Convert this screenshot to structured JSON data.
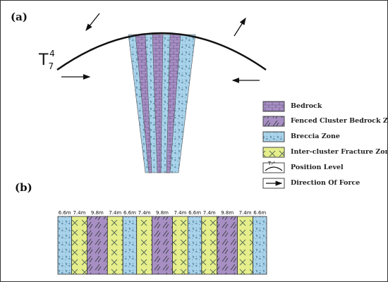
{
  "panels": {
    "a_label": "(a)",
    "b_label": "(b)"
  },
  "horizon": {
    "base": "T",
    "subscript": "7",
    "superscript": "4"
  },
  "legend": [
    {
      "id": "bedrock",
      "label": "Bedrock",
      "color": "#a78fc4"
    },
    {
      "id": "fenced",
      "label": "Fenced Cluster Bedrock Zone",
      "color": "#a78fc4"
    },
    {
      "id": "breccia",
      "label": "Breccia Zone",
      "color": "#a9d3ea"
    },
    {
      "id": "fracture",
      "label": "Inter-cluster Fracture Zone",
      "color": "#e5ee8a"
    },
    {
      "id": "position",
      "label": "Position Level",
      "icon_text": "T₇⁴"
    },
    {
      "id": "force",
      "label": "Direction Of Force"
    }
  ],
  "section_widths": [
    "6.6m",
    "7.4m",
    "9.8m",
    "7.4m",
    "6.6m",
    "7.4m",
    "9.8m",
    "7.4m",
    "6.6m",
    "7.4m",
    "9.8m",
    "7.4m",
    "6.6m"
  ],
  "section_zones": [
    "breccia",
    "fracture",
    "fenced",
    "fracture",
    "breccia",
    "fracture",
    "fenced",
    "fracture",
    "breccia",
    "fracture",
    "fenced",
    "fracture",
    "breccia"
  ],
  "colors": {
    "purple": "#a78fc4",
    "blue": "#a9d3ea",
    "yellow": "#e5ee8a",
    "line": "#111111"
  }
}
